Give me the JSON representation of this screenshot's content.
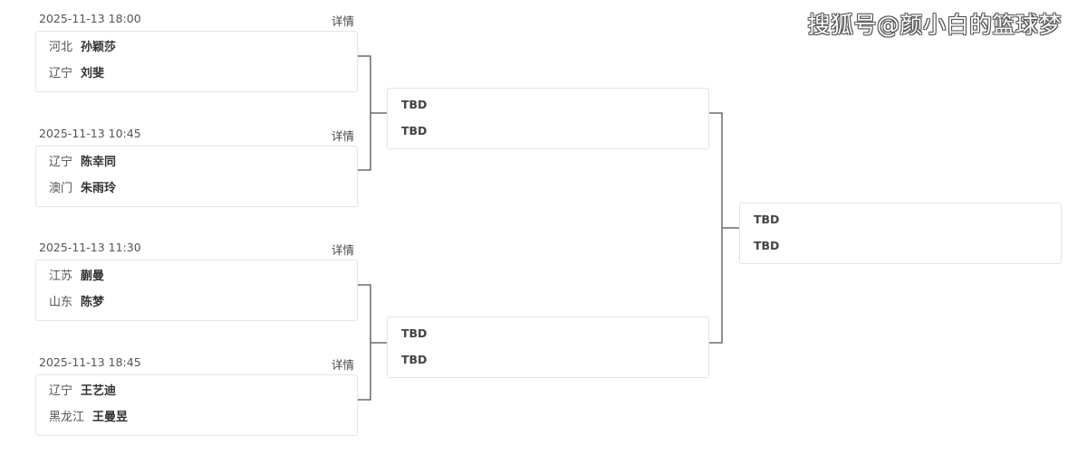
{
  "watermark": "搜狐号@颜小白的篮球梦",
  "round1": [
    {
      "time": "2025-11-13  18:00",
      "detail": "详情",
      "p1_region": "河北",
      "p1_name": "孙颖莎",
      "p2_region": "辽宁",
      "p2_name": "刘斐"
    },
    {
      "time": "2025-11-13  10:45",
      "detail": "详情",
      "p1_region": "辽宁",
      "p1_name": "陈幸同",
      "p2_region": "澳门",
      "p2_name": "朱雨玲"
    },
    {
      "time": "2025-11-13  11:30",
      "detail": "详情",
      "p1_region": "江苏",
      "p1_name": "蒯曼",
      "p2_region": "山东",
      "p2_name": "陈梦"
    },
    {
      "time": "2025-11-13  18:45",
      "detail": "详情",
      "p1_region": "辽宁",
      "p1_name": "王艺迪",
      "p2_region": "黑龙江",
      "p2_name": "王曼昱"
    }
  ],
  "round2": [
    {
      "p1": "TBD",
      "p2": "TBD"
    },
    {
      "p1": "TBD",
      "p2": "TBD"
    }
  ],
  "final": {
    "p1": "TBD",
    "p2": "TBD"
  }
}
